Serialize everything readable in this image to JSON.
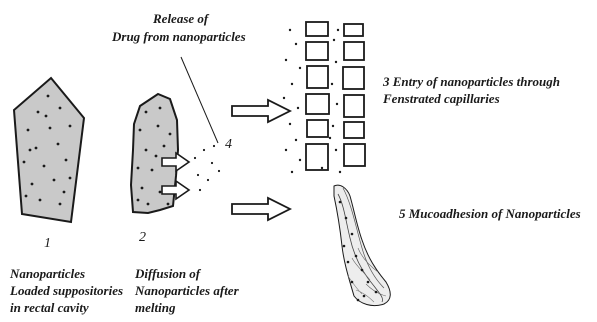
{
  "labels": {
    "release_line1": "Release of",
    "release_line2": "Drug from nanoparticles",
    "step4_number": "4",
    "step3_line1": "3 Entry of nanoparticles through",
    "step3_line2": "Fenstrated capillaries",
    "step5": "5 Mucoadhesion of Nanoparticles",
    "step1_number": "1",
    "step1_line1": "Nanoparticles",
    "step1_line2": "Loaded suppositories",
    "step1_line3": "in rectal cavity",
    "step2_number": "2",
    "step2_line1": "Diffusion of",
    "step2_line2": "Nanoparticles after",
    "step2_line3": "melting"
  },
  "colors": {
    "suppository_fill": "#c9c9c9",
    "outline": "#1a1a1a",
    "text": "#1a1a1a"
  }
}
